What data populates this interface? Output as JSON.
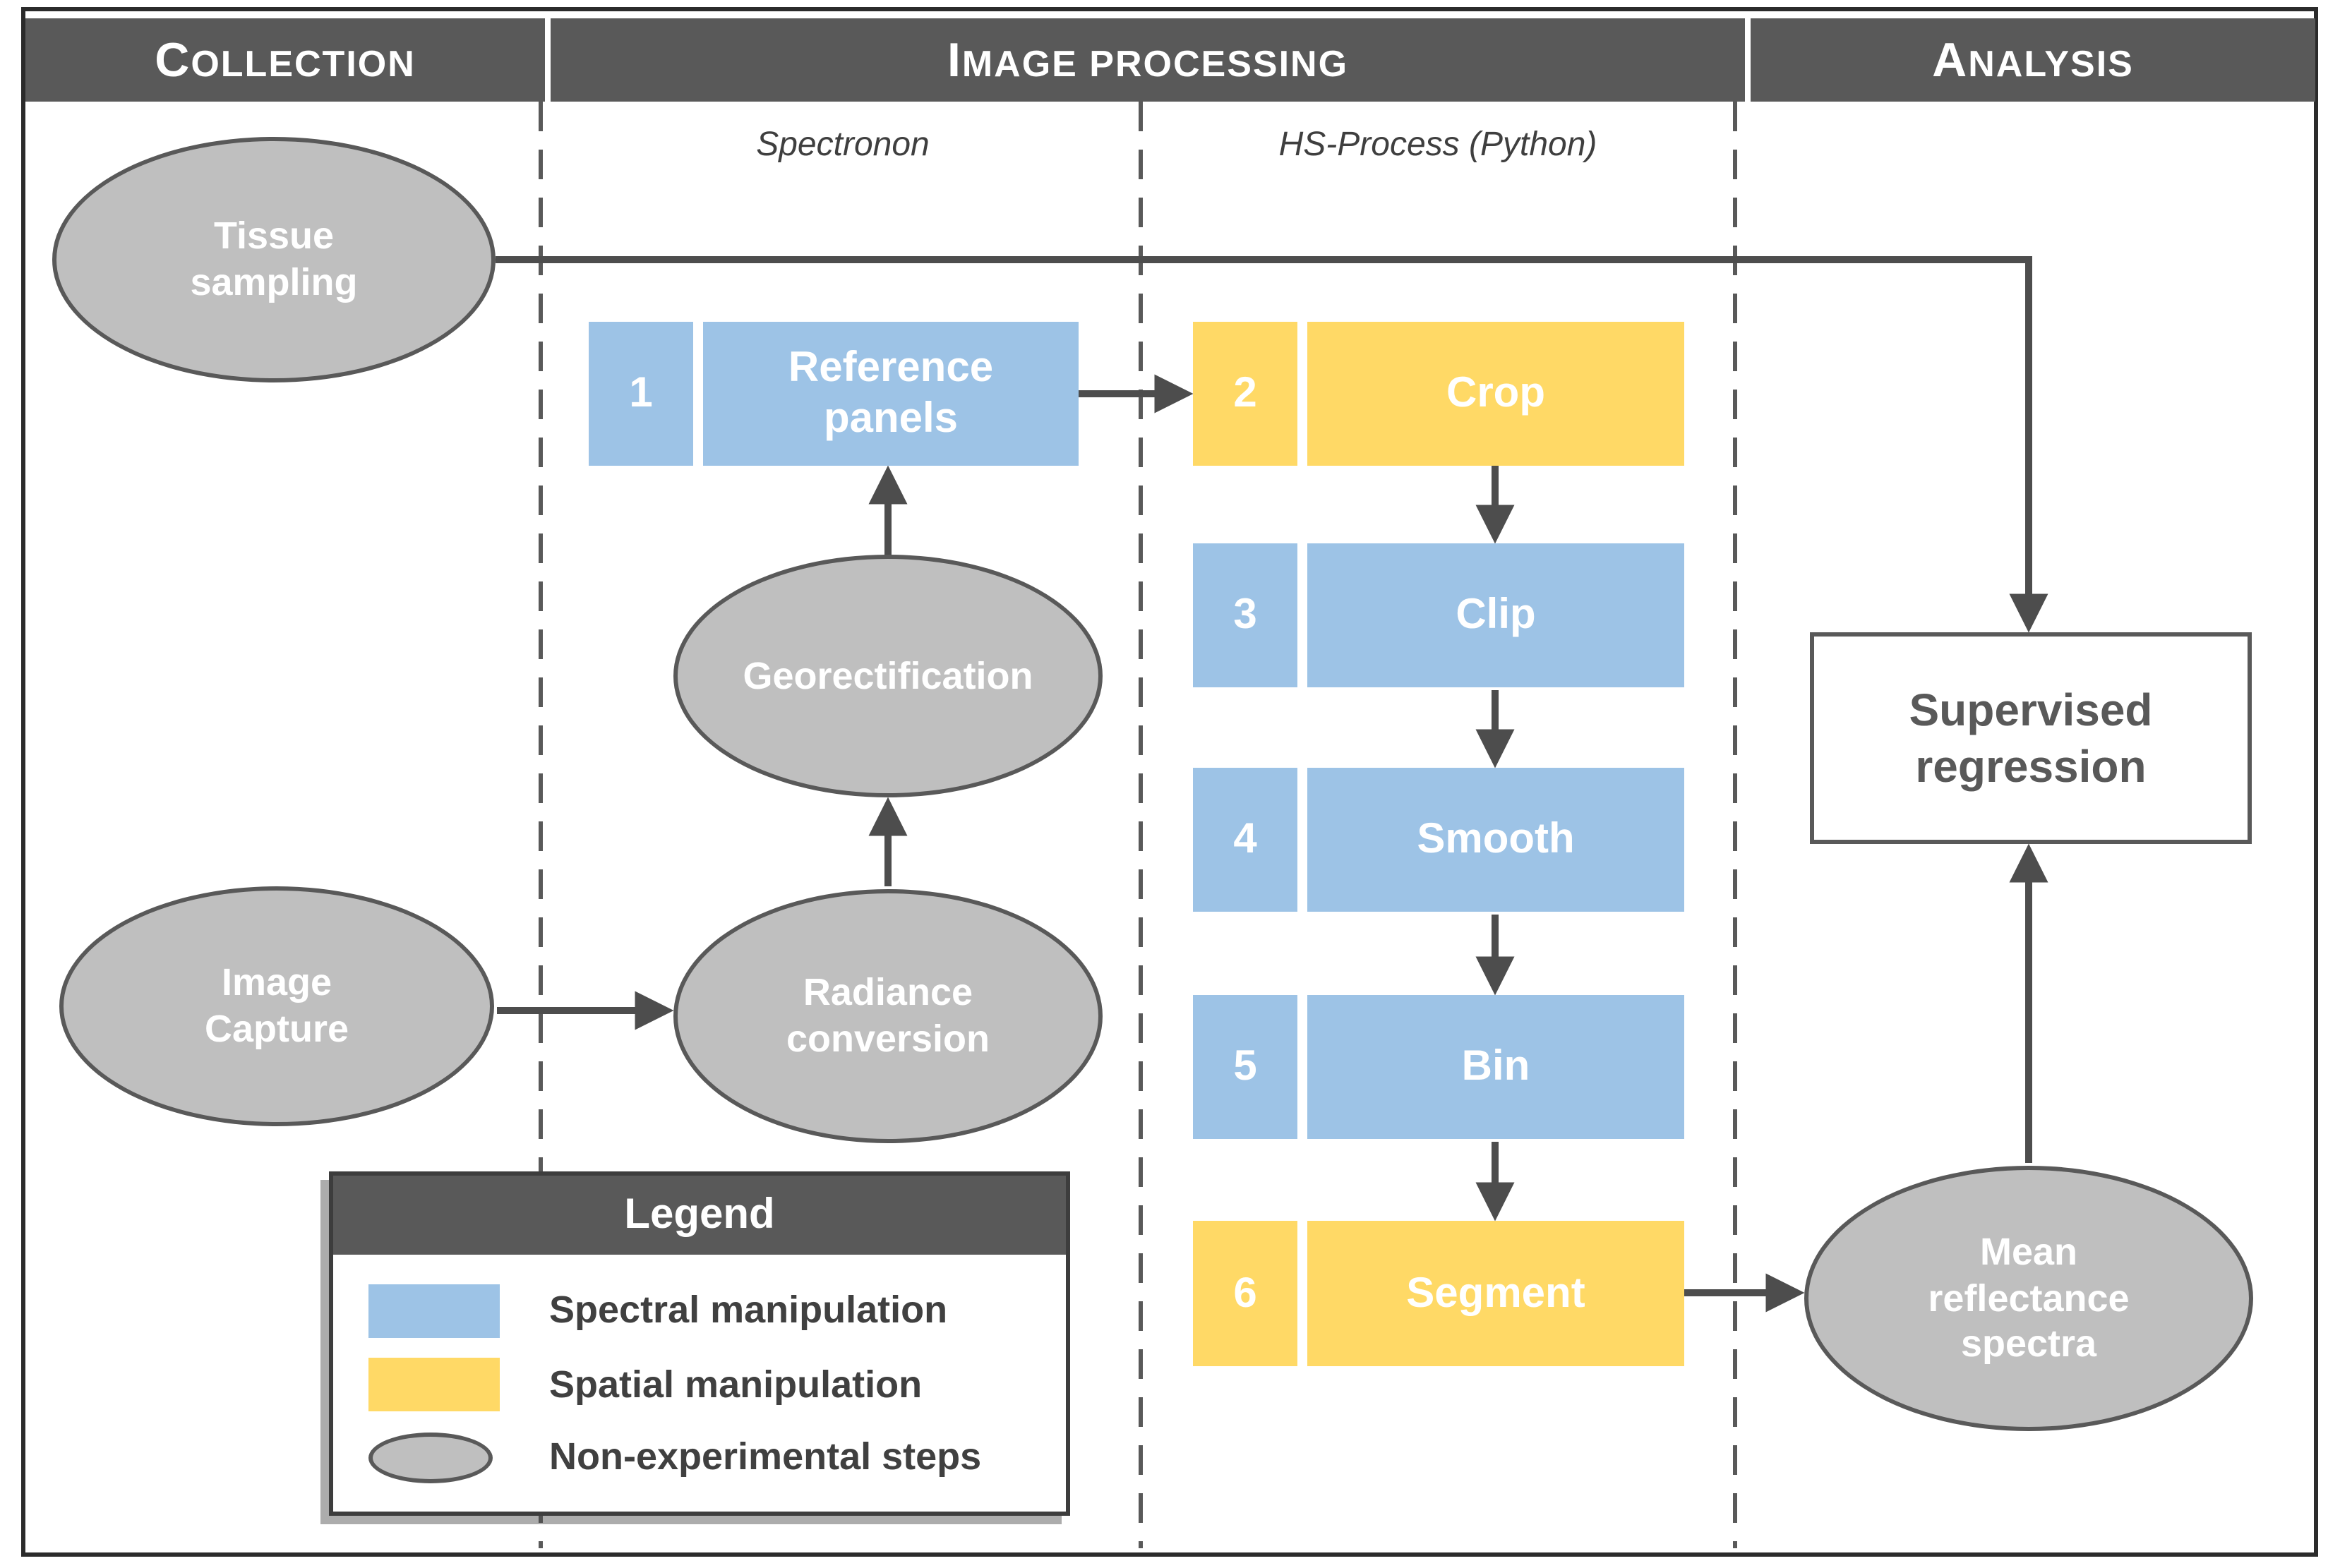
{
  "palette": {
    "spectral_blue": "#9DC3E6",
    "spatial_yellow": "#FFD966",
    "nonexperimental_gray": "#BFBFBF",
    "dark_gray": "#595959",
    "arrow_gray": "#4D4D4D"
  },
  "header": {
    "collection": "Collection",
    "image_processing": "Image processing",
    "analysis": "Analysis"
  },
  "subheaders": {
    "spectronon": "Spectronon",
    "hs_process": "HS-Process (Python)"
  },
  "nodes": {
    "tissue_sampling": "Tissue\nsampling",
    "image_capture": "Image\nCapture",
    "georectification": "Georectification",
    "radiance_conversion": "Radiance\nconversion",
    "mean_reflectance": "Mean\nreflectance\nspectra",
    "supervised_regression": "Supervised\nregression"
  },
  "steps": [
    {
      "num": "1",
      "label": "Reference\npanels",
      "type": "spectral"
    },
    {
      "num": "2",
      "label": "Crop",
      "type": "spatial"
    },
    {
      "num": "3",
      "label": "Clip",
      "type": "spectral"
    },
    {
      "num": "4",
      "label": "Smooth",
      "type": "spectral"
    },
    {
      "num": "5",
      "label": "Bin",
      "type": "spectral"
    },
    {
      "num": "6",
      "label": "Segment",
      "type": "spatial"
    }
  ],
  "legend": {
    "title": "Legend",
    "items": [
      {
        "label": "Spectral manipulation",
        "swatch": "spectral-rect"
      },
      {
        "label": "Spatial manipulation",
        "swatch": "spatial-rect"
      },
      {
        "label": "Non-experimental steps",
        "swatch": "gray-ellipse"
      }
    ]
  }
}
